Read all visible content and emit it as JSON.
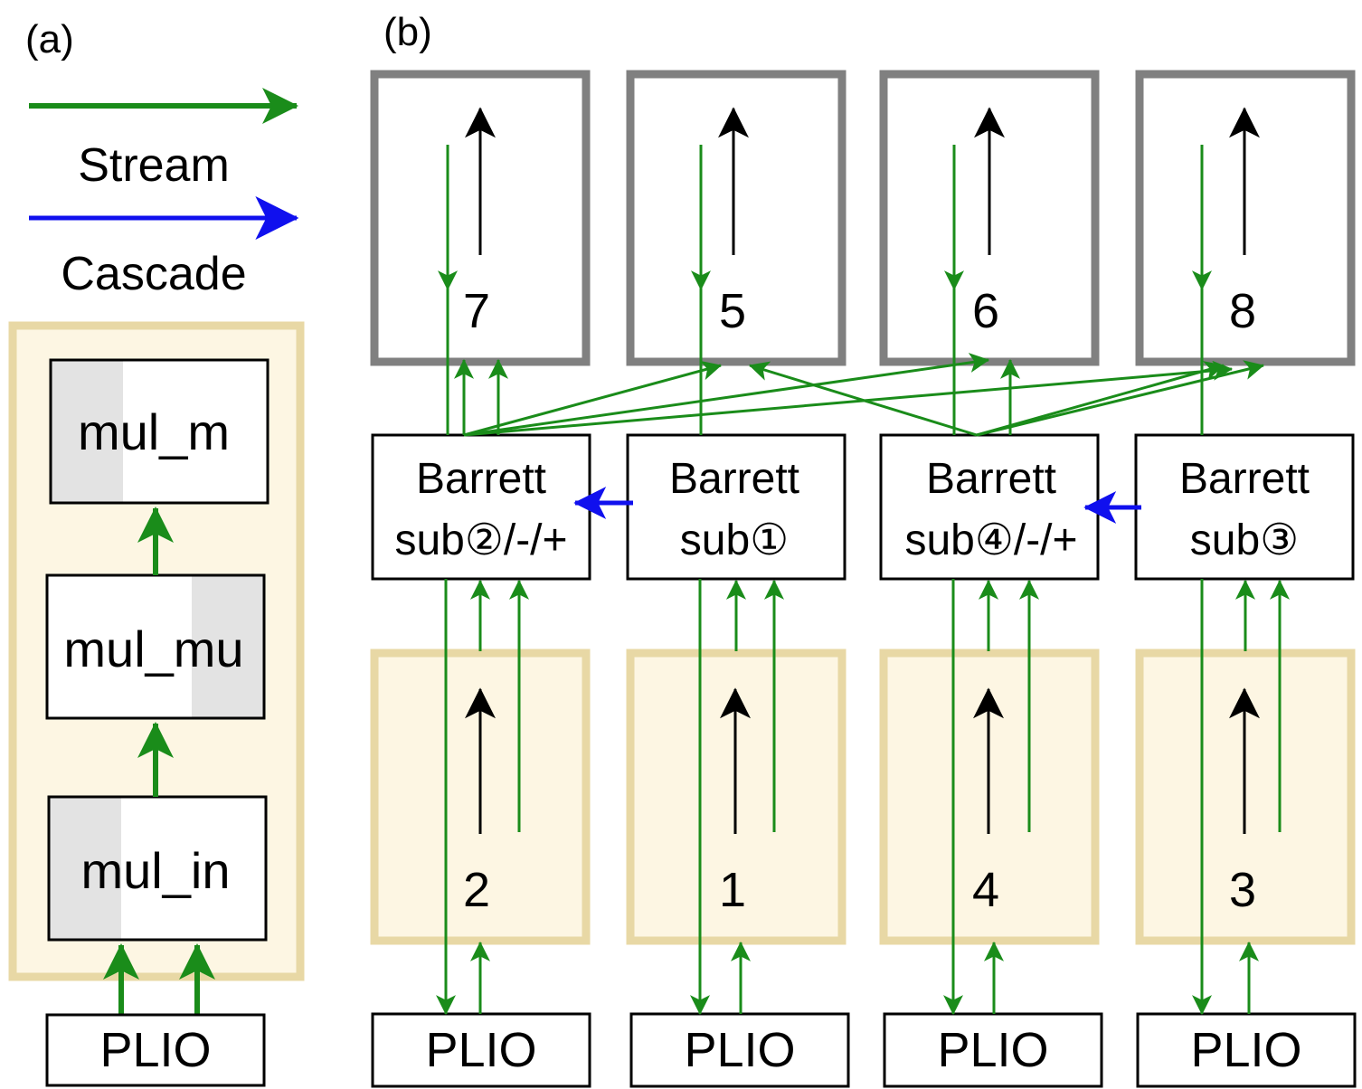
{
  "panels": {
    "a": "(a)",
    "b": "(b)"
  },
  "legend": {
    "stream": "Stream",
    "cascade": "Cascade"
  },
  "colors": {
    "stream": "#1a8c1a",
    "cascade": "#1010ee",
    "tile_fill": "#fdf6e3",
    "tile_border": "#e8d8a5",
    "top_border": "#808080",
    "shade": "#e3e3e3"
  },
  "chain": {
    "mul_m": "mul_m",
    "mul_mu": "mul_mu",
    "mul_in": "mul_in",
    "plio": "PLIO"
  },
  "columns": [
    {
      "top": "7",
      "barrett": "Barrett",
      "sub": "sub②/-/+",
      "bottom": "2",
      "plio": "PLIO"
    },
    {
      "top": "5",
      "barrett": "Barrett",
      "sub": "sub①",
      "bottom": "1",
      "plio": "PLIO"
    },
    {
      "top": "6",
      "barrett": "Barrett",
      "sub": "sub④/-/+",
      "bottom": "4",
      "plio": "PLIO"
    },
    {
      "top": "8",
      "barrett": "Barrett",
      "sub": "sub③",
      "bottom": "3",
      "plio": "PLIO"
    }
  ]
}
